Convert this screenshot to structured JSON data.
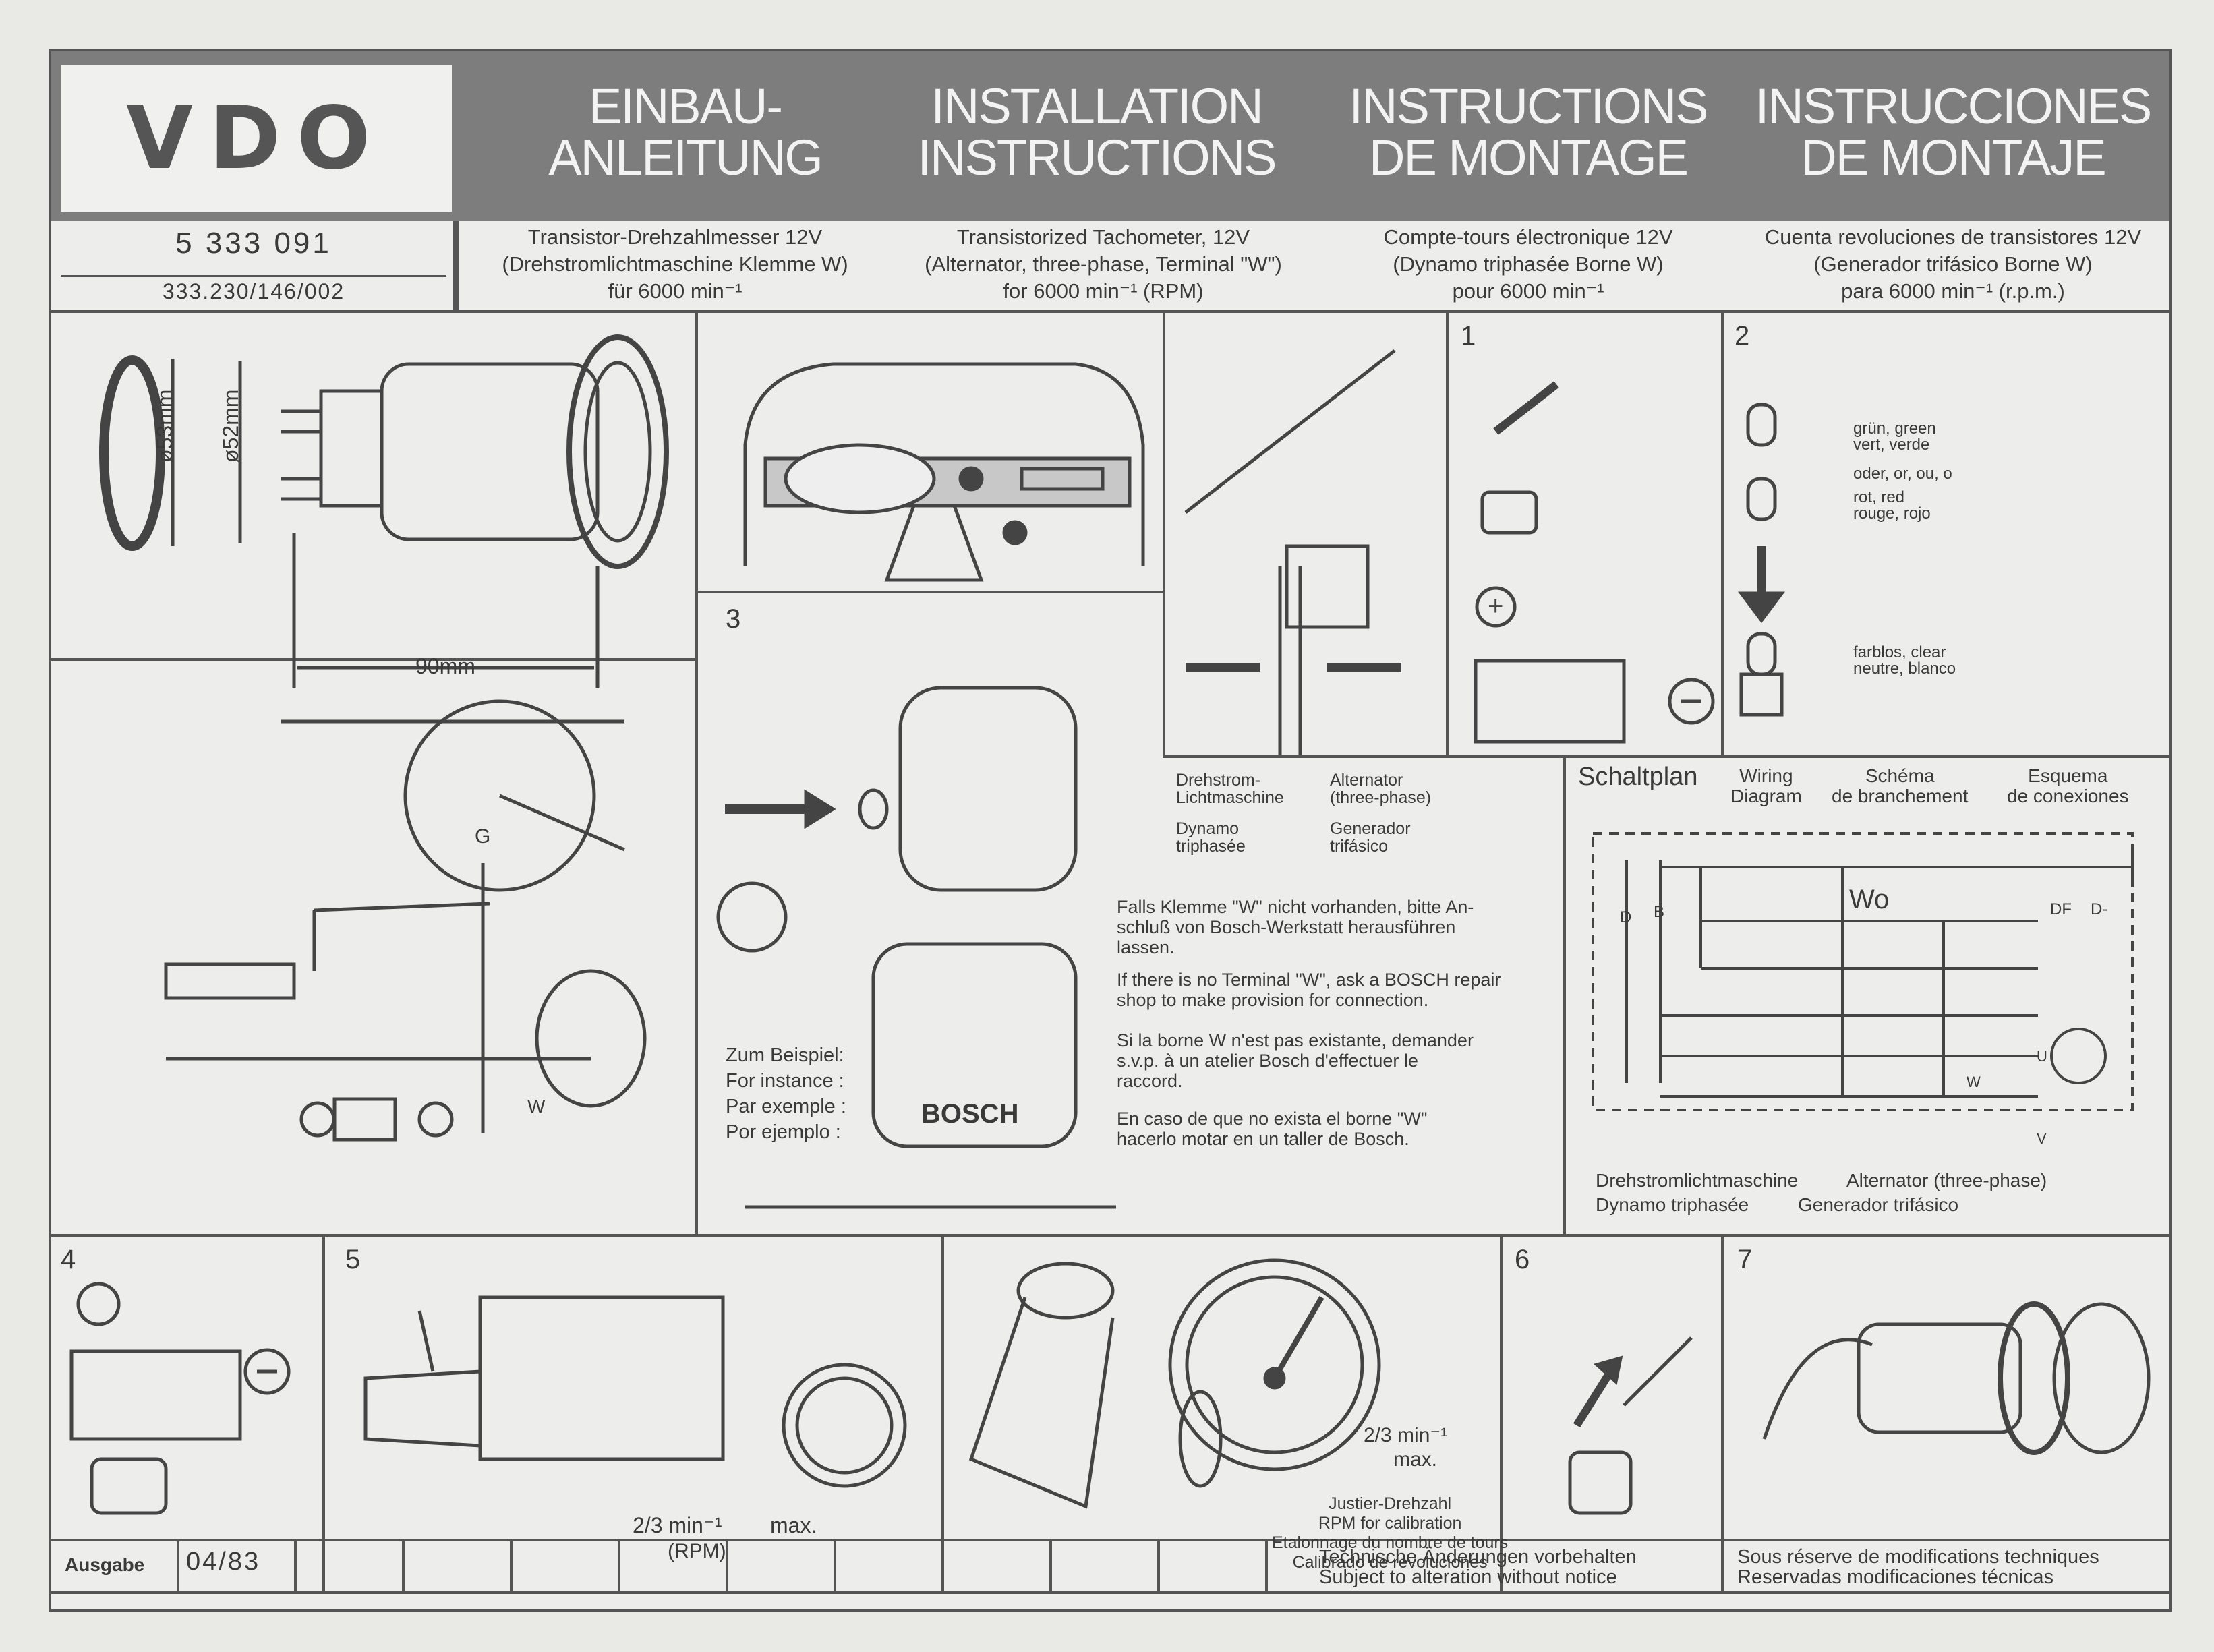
{
  "header": {
    "logo": "VDO",
    "titles": [
      [
        "EINBAU-",
        "ANLEITUNG"
      ],
      [
        "INSTALLATION",
        "INSTRUCTIONS"
      ],
      [
        "INSTRUCTIONS",
        "DE MONTAGE"
      ],
      [
        "INSTRUCCIONES",
        "DE MONTAJE"
      ]
    ]
  },
  "part": {
    "number": "5 333 091",
    "code": "333.230/146/002"
  },
  "descriptions": [
    [
      "Transistor-Drehzahlmesser 12V",
      "(Drehstromlichtmaschine Klemme W)",
      "für 6000 min⁻¹"
    ],
    [
      "Transistorized Tachometer, 12V",
      "(Alternator, three-phase, Terminal \"W\")",
      "for 6000 min⁻¹ (RPM)"
    ],
    [
      "Compte-tours électronique 12V",
      "(Dynamo triphasée Borne W)",
      "pour 6000 min⁻¹"
    ],
    [
      "Cuenta revoluciones de transistores 12V",
      "(Generador trifásico Borne W)",
      "para 6000 min⁻¹ (r.p.m.)"
    ]
  ],
  "dimensions": {
    "d1": "ø53mm",
    "d2": "ø52mm",
    "length": "90mm"
  },
  "steps": {
    "s1": "1",
    "s2": "2",
    "s3": "3",
    "s4": "4",
    "s5": "5",
    "s6": "6",
    "s7": "7"
  },
  "bulbs": {
    "green": [
      "grün, green",
      "vert, verde"
    ],
    "red_alt": "oder, or, ou, o",
    "red": [
      "rot, red",
      "rouge, rojo"
    ],
    "clear": [
      "farblos, clear",
      "neutre, blanco"
    ]
  },
  "terminals": {
    "g": "G",
    "w": "W"
  },
  "examples": [
    "Zum Beispiel:",
    "For instance :",
    "Par exemple :",
    "Por ejemplo :"
  ],
  "brand": "BOSCH",
  "alternator_labels": {
    "de": [
      "Drehstrom-",
      "Lichtmaschine"
    ],
    "fr": [
      "Dynamo",
      "triphasée"
    ],
    "en": [
      "Alternator",
      "(three-phase)"
    ],
    "es": [
      "Generador",
      "trifásico"
    ]
  },
  "notes": {
    "de": [
      "Falls Klemme \"W\" nicht vorhanden, bitte An-",
      "schluß von Bosch-Werkstatt herausführen",
      "lassen."
    ],
    "en": [
      "If there is no Terminal \"W\", ask a BOSCH repair",
      "shop to make provision for connection."
    ],
    "fr": [
      "Si la borne W n'est pas existante, demander",
      "s.v.p. à un atelier Bosch d'effectuer le",
      "raccord."
    ],
    "es": [
      "En caso de que no exista el borne \"W\"",
      "hacerlo motar en un taller de Bosch."
    ]
  },
  "wiring": {
    "schaltplan": "Schaltplan",
    "wiring": [
      "Wiring",
      "Diagram"
    ],
    "schema": [
      "Schéma",
      "de branchement"
    ],
    "esquema": [
      "Esquema",
      "de conexiones"
    ],
    "terminals": [
      "D",
      "B",
      "Wo",
      "DF",
      "D-",
      "U",
      "V",
      "W"
    ],
    "bottom": [
      "Drehstromlichtmaschine",
      "Alternator (three-phase)",
      "Dynamo triphasée",
      "Generador trifásico"
    ]
  },
  "rpm": {
    "fraction": "2/3 min⁻¹",
    "max": "max.",
    "unit": "(RPM)"
  },
  "calibration": [
    "Justier-Drehzahl",
    "RPM for calibration",
    "Etalonnage du nombre de tours",
    "Calibrado de revoluciones"
  ],
  "gauge": {
    "fraction": "2/3 min⁻¹",
    "max": "max."
  },
  "footer": {
    "edition_label": "Ausgabe",
    "edition": "04/83",
    "notice_de": "Technische Änderungen vorbehalten",
    "notice_en": "Subject to alteration without notice",
    "notice_fr": "Sous réserve de modifications techniques",
    "notice_es": "Reservadas modificaciones técnicas"
  }
}
